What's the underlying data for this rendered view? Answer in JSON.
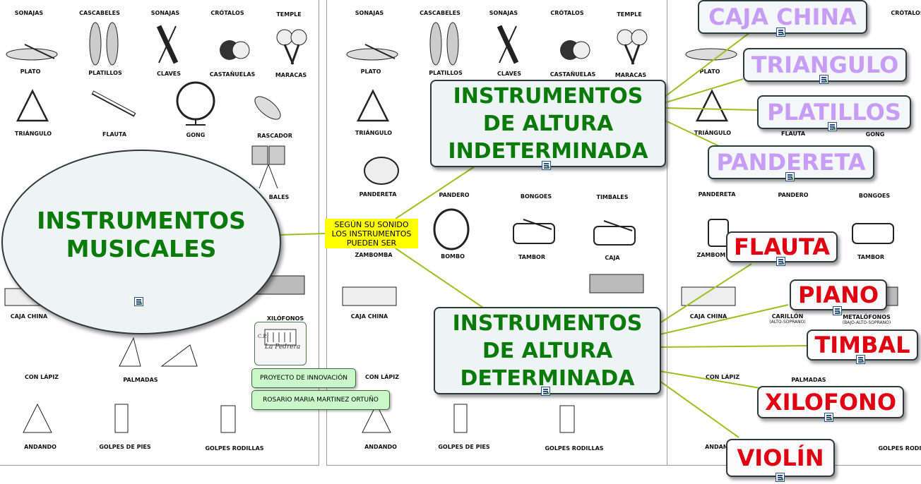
{
  "main_topic": {
    "line1": "INSTRUMENTOS",
    "line2": "MUSICALES"
  },
  "connector": {
    "line1": "SEGÚN SU SONIDO",
    "line2": "LOS INSTRUMENTOS",
    "line3": "PUEDEN SER"
  },
  "branches": {
    "indeterminada": {
      "line1": "INSTRUMENTOS",
      "line2": "DE ALTURA",
      "line3": "INDETERMINADA",
      "leaves": [
        "CAJA CHINA",
        "TRIANGULO",
        "PLATILLOS",
        "PANDERETA"
      ]
    },
    "determinada": {
      "line1": "INSTRUMENTOS",
      "line2": "DE ALTURA",
      "line3": "DETERMINADA",
      "leaves": [
        "FLAUTA",
        "PIANO",
        "TIMBAL",
        "XILOFONO",
        "VIOLÍN"
      ]
    }
  },
  "tags": {
    "project": "PROYECTO DE INNOVACIÓN",
    "author": "ROSARIO MARIA MARTINEZ ORTUÑO"
  },
  "logo": {
    "line1": "C.P.",
    "line2": "La Pedrera"
  },
  "background": {
    "labels": {
      "sonajas": "SONAJAS",
      "cascabeles": "CASCABELES",
      "crotalos": "CRÓTALOS",
      "temple": "TEMPLE",
      "plato": "PLATO",
      "platillos": "PLATILLOS",
      "claves": "CLAVES",
      "castanuelas": "CASTAÑUELAS",
      "maracas": "MARACAS",
      "triangulo": "TRIÁNGULO",
      "flauta": "FLAUTA",
      "gong": "GONG",
      "rascador": "RASCADOR",
      "pandereta": "PANDERETA",
      "pandero": "PANDERO",
      "bongoes": "BONGOES",
      "timbales": "TIMBALES",
      "timbales_partial": "BALES",
      "zambomba": "ZAMBOMBA",
      "bombo": "BOMBO",
      "tambor": "TAMBOR",
      "caja": "CAJA",
      "caja_china": "CAJA CHINA",
      "xilofonos": "XILÓFONOS",
      "xilofonos_partial": "XILÓFONOS",
      "carillon": "CARILLÓN",
      "alto_soprano": "(ALTO-SOPRANO)",
      "metalofonos": "METALÓFONOS",
      "bajo_alto_soprano": "(BAJO-ALTO-SOPRANO)",
      "con_lapiz": "CON LÁPIZ",
      "palmadas": "PALMADAS",
      "andando": "ANDANDO",
      "golpes_de_pies": "GOLPES DE PIES",
      "golpes_rodillas": "GOLPES RODILLAS"
    }
  },
  "colors": {
    "category_text": "#0a7a0a",
    "leaf_purple": "#c79cf6",
    "leaf_red": "#e00012",
    "connector_bg": "#ffff00",
    "link_line": "#9ac21f",
    "tag_bg": "#c9f7c9"
  }
}
